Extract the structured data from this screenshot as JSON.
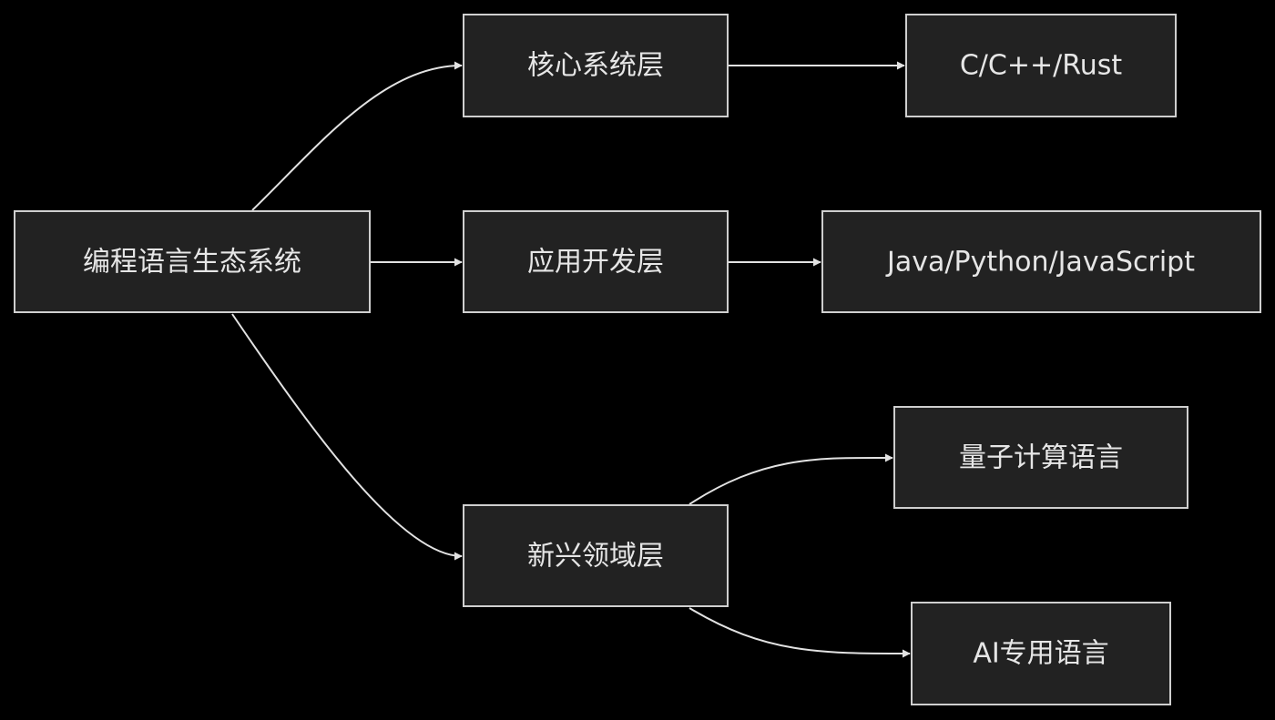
{
  "diagram": {
    "type": "flowchart",
    "direction": "left-to-right",
    "colors": {
      "background": "#000000",
      "node_fill": "#222222",
      "node_stroke": "#cfcfcf",
      "edge": "#e2e2e2",
      "text": "#e6e6e6"
    },
    "nodes": {
      "root": {
        "label": "编程语言生态系统"
      },
      "core": {
        "label": "核心系统层"
      },
      "app": {
        "label": "应用开发层"
      },
      "emerging": {
        "label": "新兴领域层"
      },
      "core_langs": {
        "label": "C/C++/Rust"
      },
      "app_langs": {
        "label": "Java/Python/JavaScript"
      },
      "quantum": {
        "label": "量子计算语言"
      },
      "ai": {
        "label": "AI专用语言"
      }
    },
    "edges": [
      {
        "from": "root",
        "to": "core"
      },
      {
        "from": "root",
        "to": "app"
      },
      {
        "from": "root",
        "to": "emerging"
      },
      {
        "from": "core",
        "to": "core_langs"
      },
      {
        "from": "app",
        "to": "app_langs"
      },
      {
        "from": "emerging",
        "to": "quantum"
      },
      {
        "from": "emerging",
        "to": "ai"
      }
    ]
  }
}
